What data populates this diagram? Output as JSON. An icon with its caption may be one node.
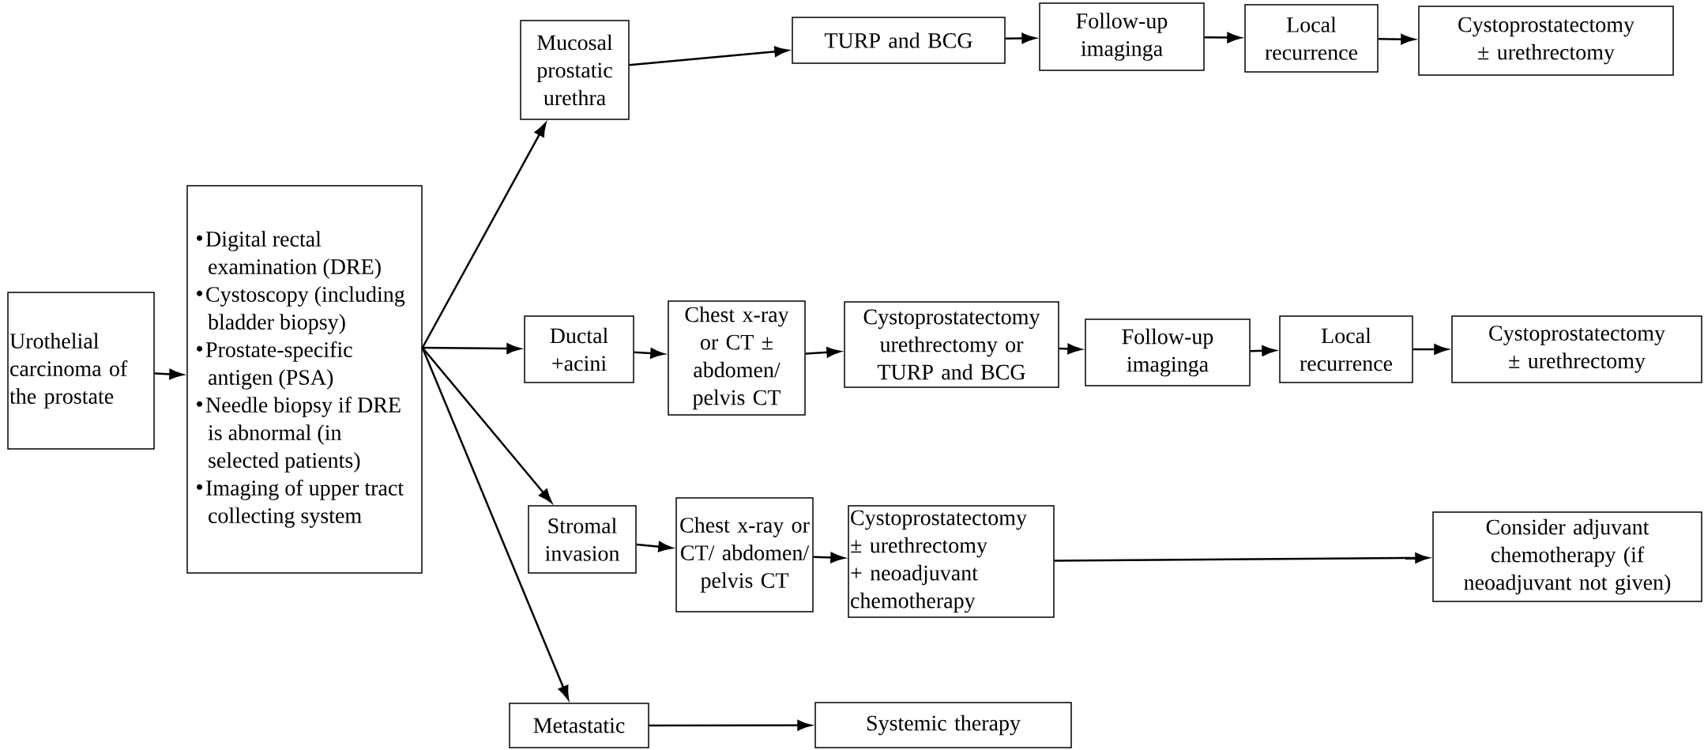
{
  "diagram": {
    "nodes": [
      {
        "text": [
          "Urothelial carcinoma of the prostate"
        ]
      },
      {
        "text": [
          "Digital rectal examination (DRE)",
          "Cystoscopy (including bladder biopsy)",
          "Prostate-specific antigen (PSA)",
          "Needle biopsy if DRE is abnormal (in selected patients)",
          "Imaging of upper tract collecting system"
        ]
      },
      {
        "text": [
          "Mucosal prostatic urethra"
        ]
      },
      {
        "text": [
          "TURP and BCG"
        ]
      },
      {
        "text": [
          "Follow-up imaginga"
        ]
      },
      {
        "text": [
          "Local recurrence"
        ]
      },
      {
        "text": [
          "Cystoprostatectomy ± urethrectomy"
        ]
      },
      {
        "text": [
          "Ductal +acini"
        ]
      },
      {
        "text": [
          "Chest x-ray or CT ± abdomen/ pelvis CT"
        ]
      },
      {
        "text": [
          "Cystoprostatectomy urethrectomy or TURP and BCG"
        ]
      },
      {
        "text": [
          "Follow-up imaginga"
        ]
      },
      {
        "text": [
          "Local recurrence"
        ]
      },
      {
        "text": [
          "Cystoprostatectomy ± urethrectomy"
        ]
      },
      {
        "text": [
          "Stromal invasion"
        ]
      },
      {
        "text": [
          "Chest x-ray or CT/ abdomen/ pelvis CT"
        ]
      },
      {
        "text": [
          "Cystoprostatectomy ± urethrectomy + neoadjuvant chemotherapy"
        ]
      },
      {
        "text": [
          "Consider adjuvant chemotherapy (if neoadjuvant not given)"
        ]
      },
      {
        "text": [
          "Metastatic"
        ]
      },
      {
        "text": [
          "Systemic therapy"
        ]
      }
    ],
    "edges": [
      {
        "from": 0,
        "to": 1,
        "arrow": "to"
      },
      {
        "from": 1,
        "to": 2,
        "arrow": "to"
      },
      {
        "from": 1,
        "to": 7,
        "arrow": "to"
      },
      {
        "from": 1,
        "to": 13,
        "arrow": "to"
      },
      {
        "from": 1,
        "to": 17,
        "arrow": "to"
      },
      {
        "from": 2,
        "to": 3,
        "arrow": "to"
      },
      {
        "from": 3,
        "to": 4,
        "arrow": "to"
      },
      {
        "from": 4,
        "to": 5,
        "arrow": "to"
      },
      {
        "from": 5,
        "to": 6,
        "arrow": "to"
      },
      {
        "from": 7,
        "to": 8,
        "arrow": "to"
      },
      {
        "from": 8,
        "to": 9,
        "arrow": "to"
      },
      {
        "from": 9,
        "to": 10,
        "arrow": "to"
      },
      {
        "from": 10,
        "to": 11,
        "arrow": "to"
      },
      {
        "from": 11,
        "to": 12,
        "arrow": "to"
      },
      {
        "from": 13,
        "to": 14,
        "arrow": "to"
      },
      {
        "from": 14,
        "to": 15,
        "arrow": "to"
      },
      {
        "from": 15,
        "to": 16,
        "arrow": "to"
      },
      {
        "from": 17,
        "to": 18,
        "arrow": "to"
      }
    ]
  }
}
